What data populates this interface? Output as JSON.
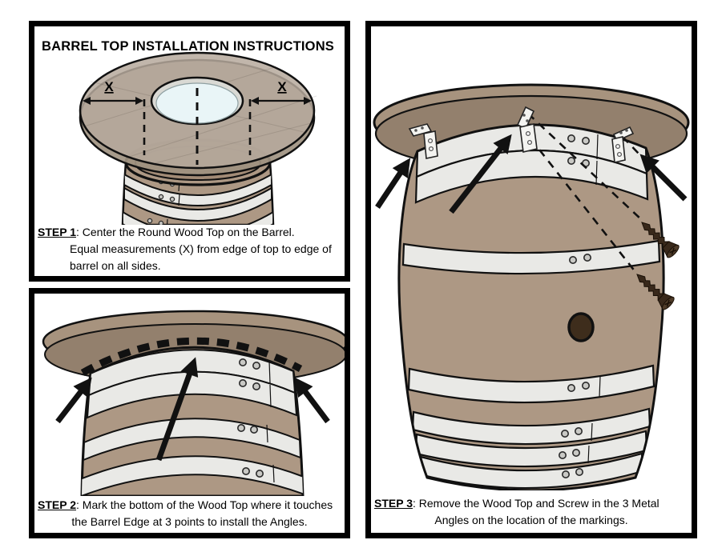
{
  "title": "BARREL TOP INSTALLATION INSTRUCTIONS",
  "step1": {
    "label": "STEP 1",
    "text": ": Center the Round Wood Top on the Barrel.",
    "line2": "Equal measurements (X) from edge of top to edge of",
    "line3": "barrel on all sides.",
    "measure_label": "X"
  },
  "step2": {
    "label": "STEP 2",
    "text": ": Mark the bottom of the Wood Top where it touches",
    "line2": "the Barrel Edge at 3 points to install the Angles."
  },
  "step3": {
    "label": "STEP 3",
    "text": ": Remove the Wood Top and Screw in the 3 Metal",
    "line2": "Angles on the location of the markings."
  },
  "colors": {
    "wood_top": "#b6a99c",
    "wood_top_underside": "#93806d",
    "wood_top_edge": "#a7937e",
    "barrel_wood": "#ad9884",
    "barrel_interior": "#a28b76",
    "metal_band": "#e9e9e6",
    "bracket_metal": "#f4f4f1",
    "glass_insert": "#e9f5f7",
    "glass_rim": "#d9d9d4",
    "screw": "#39291b",
    "bung_hole": "#3e2d1c",
    "outline": "#000000"
  }
}
